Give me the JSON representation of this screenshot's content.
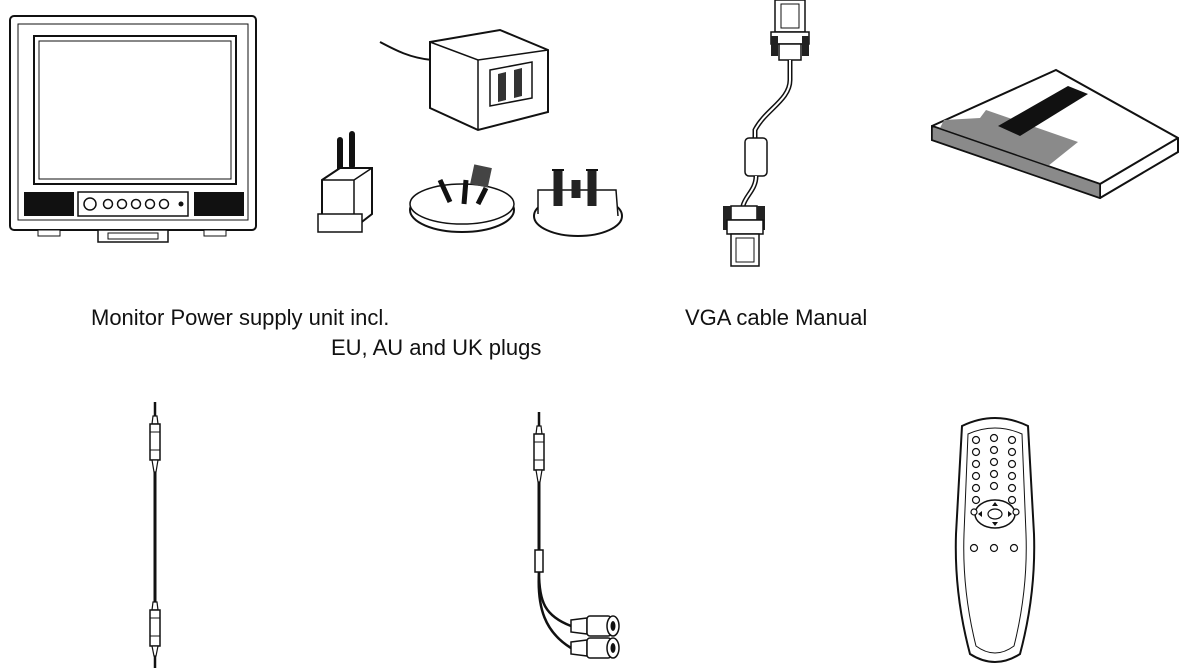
{
  "captions": {
    "row1_left_line1": "Monitor  Power supply unit incl.",
    "row1_left_line2": "EU, AU and UK plugs",
    "row1_right": "VGA cable  Manual"
  }
}
